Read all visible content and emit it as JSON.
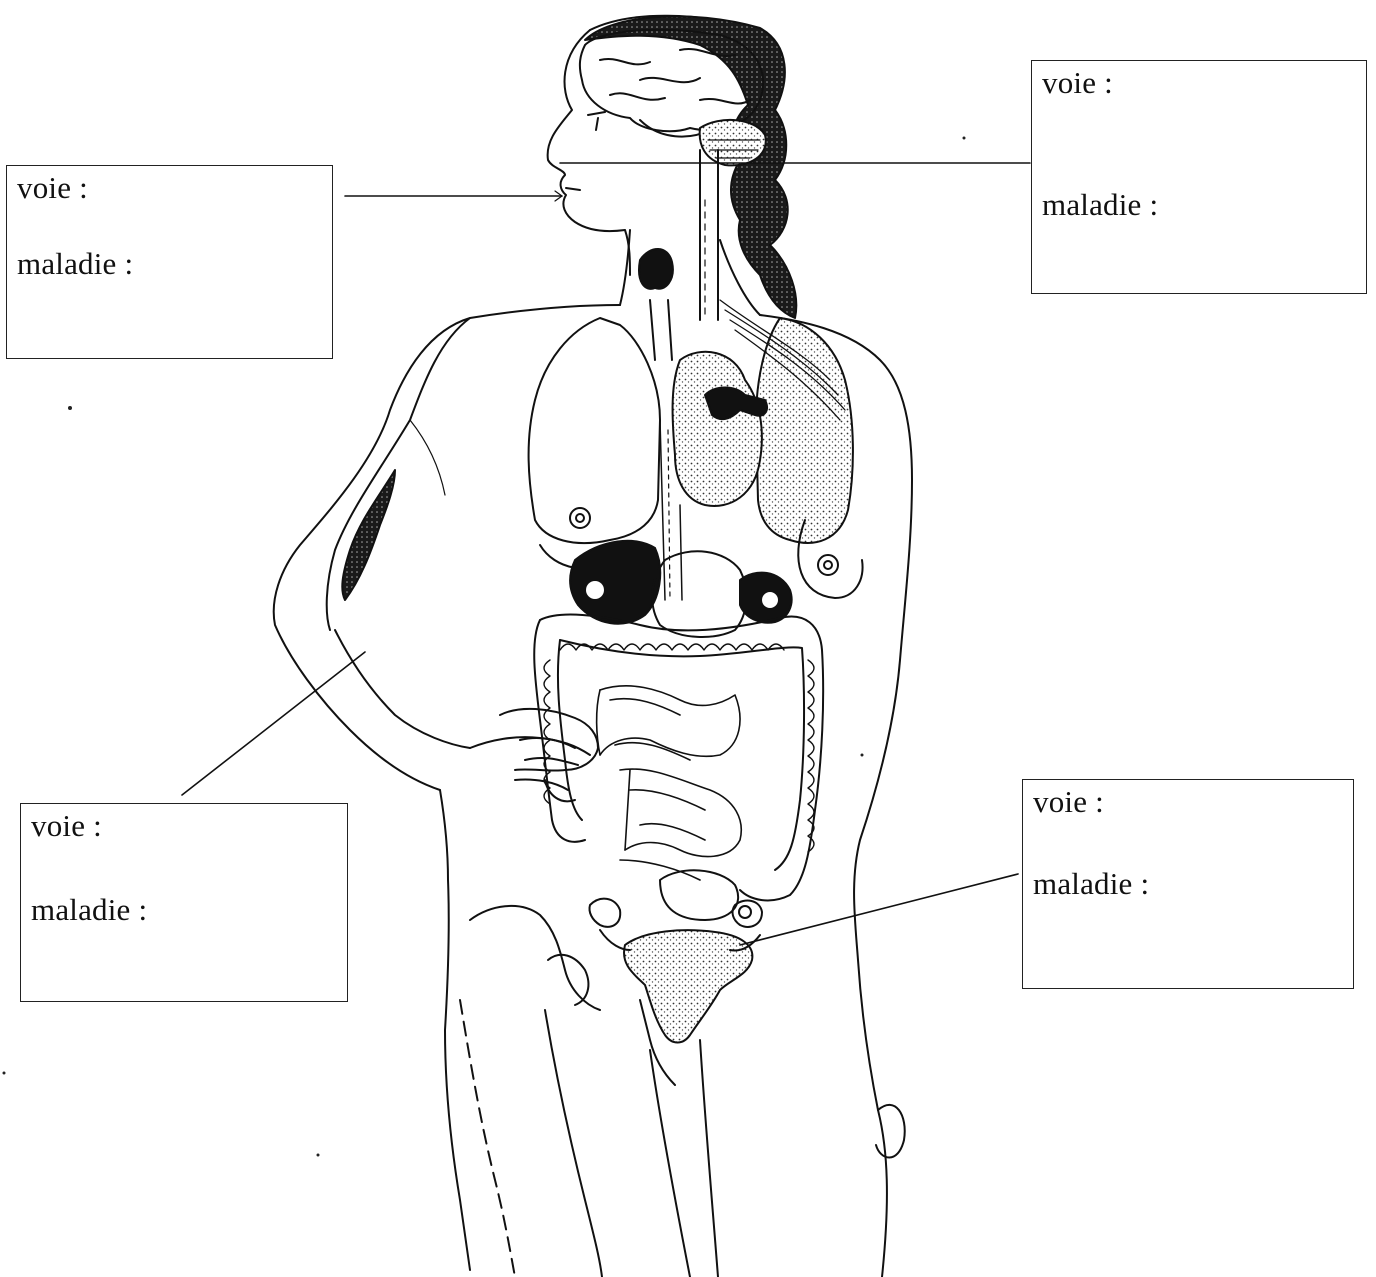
{
  "labels": {
    "top_left": {
      "voie": "voie :",
      "maladie": "maladie :"
    },
    "top_right": {
      "voie": "voie :",
      "maladie": "maladie :"
    },
    "bottom_left": {
      "voie": "voie :",
      "maladie": "maladie :"
    },
    "bottom_right": {
      "voie": "voie :",
      "maladie": "maladie :"
    }
  },
  "colors": {
    "ink": "#111111",
    "paper": "#ffffff",
    "stipple": "#555555"
  }
}
